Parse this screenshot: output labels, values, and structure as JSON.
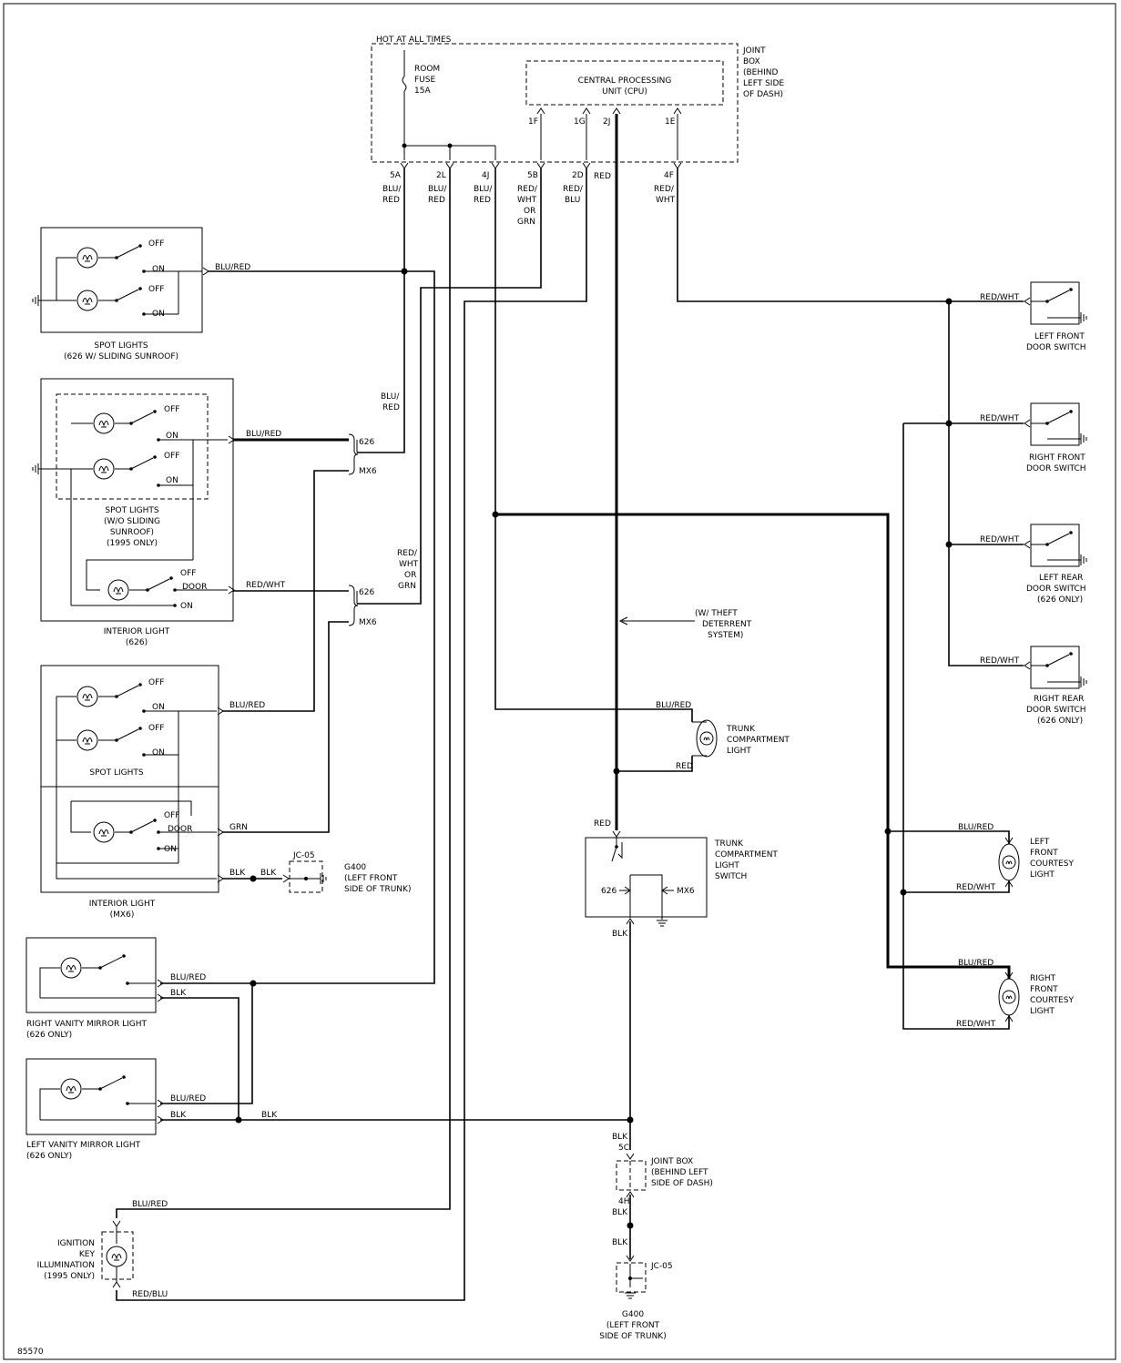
{
  "joint_box": {
    "hot_label": "HOT AT ALL TIMES",
    "title": [
      "JOINT",
      "BOX",
      "(BEHIND",
      "LEFT SIDE",
      "OF DASH)"
    ],
    "fuse": [
      "ROOM",
      "FUSE",
      "15A"
    ],
    "cpu": [
      "CENTRAL PROCESSING",
      "UNIT (CPU)"
    ],
    "cpu_pins": [
      "1F",
      "1G",
      "2J",
      "1E"
    ],
    "out_pins": [
      "5A",
      "2L",
      "4J",
      "5B",
      "2D",
      "4F"
    ]
  },
  "wire_labels": {
    "blu_red_split": [
      "BLU/",
      "RED"
    ],
    "red_wht_grn_split": [
      "RED/",
      "WHT",
      "OR",
      "GRN"
    ],
    "red_blu_split": [
      "RED/",
      "BLU"
    ],
    "red": "RED",
    "red_wht_split": [
      "RED/",
      "WHT"
    ],
    "blu_red": "BLU/RED",
    "red_wht": "RED/WHT",
    "red_blu": "RED/BLU",
    "blk": "BLK",
    "grn": "GRN",
    "626": "626",
    "mx6": "MX6"
  },
  "switch_states": {
    "off": "OFF",
    "on": "ON",
    "door": "DOOR"
  },
  "components": {
    "spot_top": [
      "SPOT LIGHTS",
      "(626 W/ SLIDING SUNROOF)"
    ],
    "spot_mid": [
      "SPOT LIGHTS",
      "(W/O SLIDING",
      "SUNROOF)",
      "(1995 ONLY)"
    ],
    "interior_626": [
      "INTERIOR LIGHT",
      "(626)"
    ],
    "spot_mx6": "SPOT LIGHTS",
    "interior_mx6": [
      "INTERIOR LIGHT",
      "(MX6)"
    ],
    "right_vanity": [
      "RIGHT VANITY MIRROR LIGHT",
      "(626 ONLY)"
    ],
    "left_vanity": [
      "LEFT VANITY MIRROR LIGHT",
      "(626 ONLY)"
    ],
    "ignition": [
      "IGNITION",
      "KEY",
      "ILLUMINATION",
      "(1995 ONLY)"
    ],
    "theft": [
      "(W/ THEFT",
      "DETERRENT",
      "SYSTEM)"
    ],
    "trunk_light": [
      "TRUNK",
      "COMPARTMENT",
      "LIGHT"
    ],
    "trunk_switch": [
      "TRUNK",
      "COMPARTMENT",
      "LIGHT",
      "SWITCH"
    ],
    "switch_626": "626",
    "switch_mx6": "MX6",
    "lf_door": [
      "LEFT FRONT",
      "DOOR SWITCH"
    ],
    "rf_door": [
      "RIGHT FRONT",
      "DOOR SWITCH"
    ],
    "lr_door": [
      "LEFT REAR",
      "DOOR SWITCH",
      "(626 ONLY)"
    ],
    "rr_door": [
      "RIGHT REAR",
      "DOOR SWITCH",
      "(626 ONLY)"
    ],
    "lf_courtesy": [
      "LEFT",
      "FRONT",
      "COURTESY",
      "LIGHT"
    ],
    "rf_courtesy": [
      "RIGHT",
      "FRONT",
      "COURTESY",
      "LIGHT"
    ],
    "jc05": "JC-05",
    "g400_side": [
      "G400",
      "(LEFT FRONT",
      "SIDE OF TRUNK)"
    ],
    "g400_bottom": [
      "G400",
      "(LEFT FRONT",
      "SIDE OF TRUNK)"
    ],
    "jb_bottom": [
      "JOINT BOX",
      "(BEHIND LEFT",
      "SIDE OF DASH)"
    ],
    "jb_pin_top": "5C",
    "jb_pin_bottom": "4H"
  },
  "figure_id": "85570"
}
